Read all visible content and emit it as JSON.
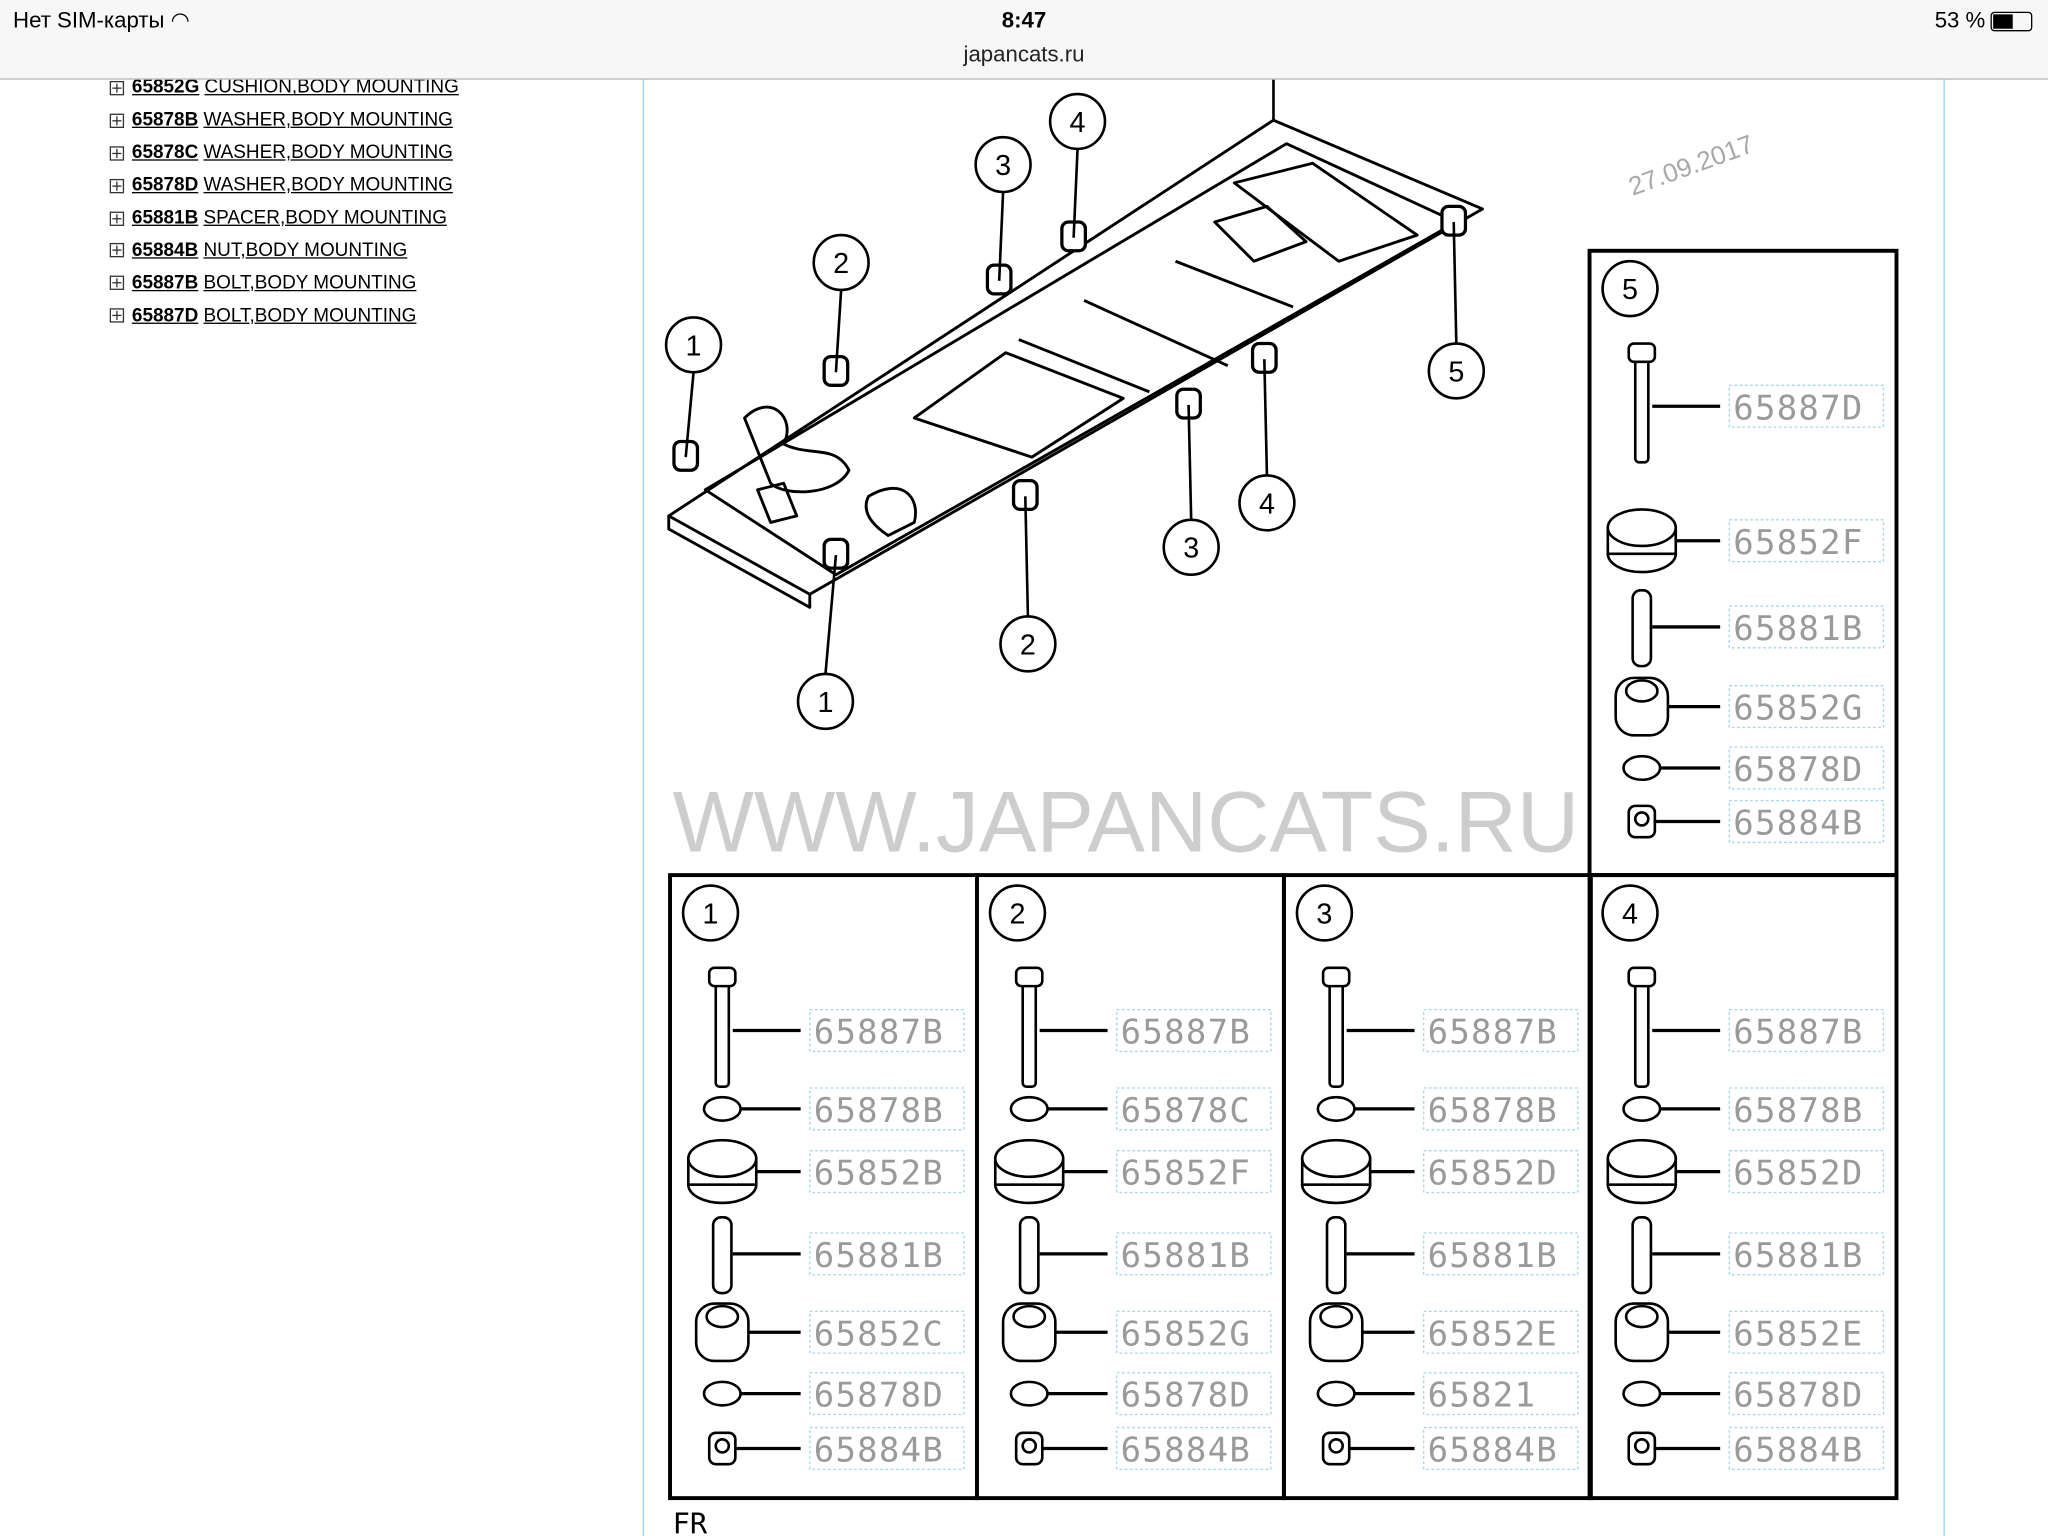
{
  "status_bar": {
    "carrier": "Нет SIM-карты",
    "time": "8:47",
    "url": "japancats.ru",
    "battery": "53 %",
    "battery_level": 0.53
  },
  "parts_list": [
    {
      "code": "65852G",
      "name": "CUSHION,BODY MOUNTING"
    },
    {
      "code": "65878B",
      "name": "WASHER,BODY MOUNTING"
    },
    {
      "code": "65878C",
      "name": "WASHER,BODY MOUNTING"
    },
    {
      "code": "65878D",
      "name": "WASHER,BODY MOUNTING"
    },
    {
      "code": "65881B",
      "name": "SPACER,BODY MOUNTING"
    },
    {
      "code": "65884B",
      "name": "NUT,BODY MOUNTING"
    },
    {
      "code": "65887B",
      "name": "BOLT,BODY MOUNTING"
    },
    {
      "code": "65887D",
      "name": "BOLT,BODY MOUNTING"
    }
  ],
  "diagram": {
    "watermark": "WWW.JAPANCATS.RU",
    "date": "27.09.2017",
    "front_mark": "FR",
    "frame_callouts": [
      "1",
      "2",
      "3",
      "4",
      "5",
      "1",
      "2",
      "3",
      "4"
    ],
    "panels": [
      {
        "number": "1",
        "parts": [
          "65887B",
          "65878B",
          "65852B",
          "65881B",
          "65852C",
          "65878D",
          "65884B"
        ]
      },
      {
        "number": "2",
        "parts": [
          "65887B",
          "65878C",
          "65852F",
          "65881B",
          "65852G",
          "65878D",
          "65884B"
        ]
      },
      {
        "number": "3",
        "parts": [
          "65887B",
          "65878B",
          "65852D",
          "65881B",
          "65852E",
          "65821",
          "65884B"
        ]
      },
      {
        "number": "4",
        "parts": [
          "65887B",
          "65878B",
          "65852D",
          "65881B",
          "65852E",
          "65878D",
          "65884B"
        ]
      },
      {
        "number": "5",
        "parts": [
          "65887D",
          "65852F",
          "65881B",
          "65852G",
          "65878D",
          "65884B"
        ]
      }
    ]
  }
}
